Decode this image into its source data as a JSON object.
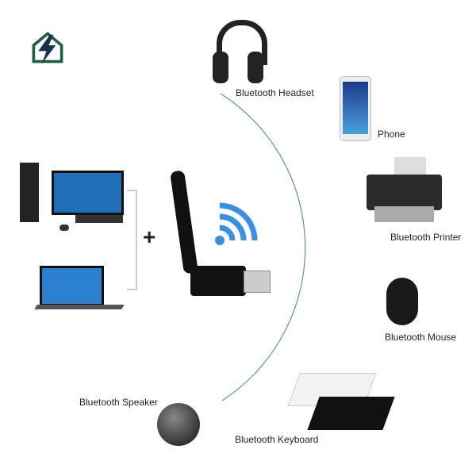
{
  "logo": {
    "name": "house-lightning-logo",
    "colors": {
      "house": "#1f5e4a",
      "bolt": "#16324a"
    }
  },
  "labels": {
    "headset": "Bluetooth Headset",
    "phone": "Phone",
    "printer": "Bluetooth Printer",
    "mouse": "Bluetooth Mouse",
    "keyboard": "Bluetooth Keyboard",
    "speaker": "Bluetooth Speaker"
  },
  "plus": "+",
  "colors": {
    "arc": "#5b8fb0",
    "wifi": "#3a8fe0"
  }
}
